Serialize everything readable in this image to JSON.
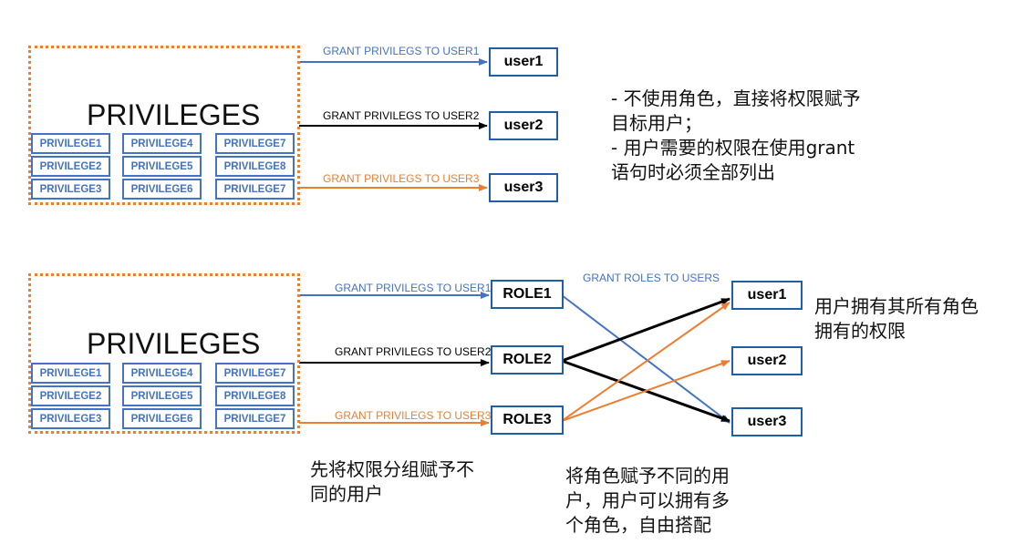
{
  "top": {
    "privileges_title": "PRIVILEGES",
    "cells": [
      "PRIVILEGE1",
      "PRIVILEGE4",
      "PRIVILEGE7",
      "PRIVILEGE2",
      "PRIVILEGE5",
      "PRIVILEGE8",
      "PRIVILEGE3",
      "PRIVILEGE6",
      "PRIVILEGE7"
    ],
    "users": [
      "user1",
      "user2",
      "user3"
    ],
    "edges": [
      {
        "label": "GRANT PRIVILEGS TO USER1",
        "color": "#4472c4"
      },
      {
        "label": "GRANT PRIVILEGS TO USER2",
        "color": "#000000"
      },
      {
        "label": "GRANT PRIVILEGS TO USER3",
        "color": "#ed7d31"
      }
    ],
    "note": [
      "- 不使用角色，直接将权限赋予",
      "目标用户；",
      "- 用户需要的权限在使用grant",
      "语句时必须全部列出"
    ]
  },
  "bottom": {
    "privileges_title": "PRIVILEGES",
    "cells": [
      "PRIVILEGE1",
      "PRIVILEGE4",
      "PRIVILEGE7",
      "PRIVILEGE2",
      "PRIVILEGE5",
      "PRIVILEGE8",
      "PRIVILEGE3",
      "PRIVILEGE6",
      "PRIVILEGE7"
    ],
    "roles": [
      "ROLE1",
      "ROLE2",
      "ROLE3"
    ],
    "users": [
      "user1",
      "user2",
      "user3"
    ],
    "edges": [
      {
        "label": "GRANT PRIVILEGS TO USER1",
        "color": "#4472c4"
      },
      {
        "label": "GRANT PRIVILEGS TO USER2",
        "color": "#000000"
      },
      {
        "label": "GRANT PRIVILEGS TO USER3",
        "color": "#ed7d31"
      }
    ],
    "roles_to_users_label": "GRANT ROLES TO USERS",
    "role_user_links": [
      {
        "role": 0,
        "user": 2,
        "color": "#4472c4"
      },
      {
        "role": 1,
        "user": 0,
        "color": "#000000"
      },
      {
        "role": 1,
        "user": 2,
        "color": "#000000"
      },
      {
        "role": 2,
        "user": 0,
        "color": "#ed7d31"
      },
      {
        "role": 2,
        "user": 1,
        "color": "#ed7d31"
      }
    ],
    "note_roles": [
      "先将权限分组赋予不",
      "同的用户"
    ],
    "note_users": [
      "将角色赋予不同的用",
      "户，用户可以拥有多",
      "个角色，自由搭配"
    ],
    "note_right": [
      "用户拥有其所有角色",
      "拥有的权限"
    ]
  },
  "colors": {
    "blue": "#4472c4",
    "orange": "#ed7d31",
    "black": "#000000",
    "node_border": "#1f5fa8"
  }
}
